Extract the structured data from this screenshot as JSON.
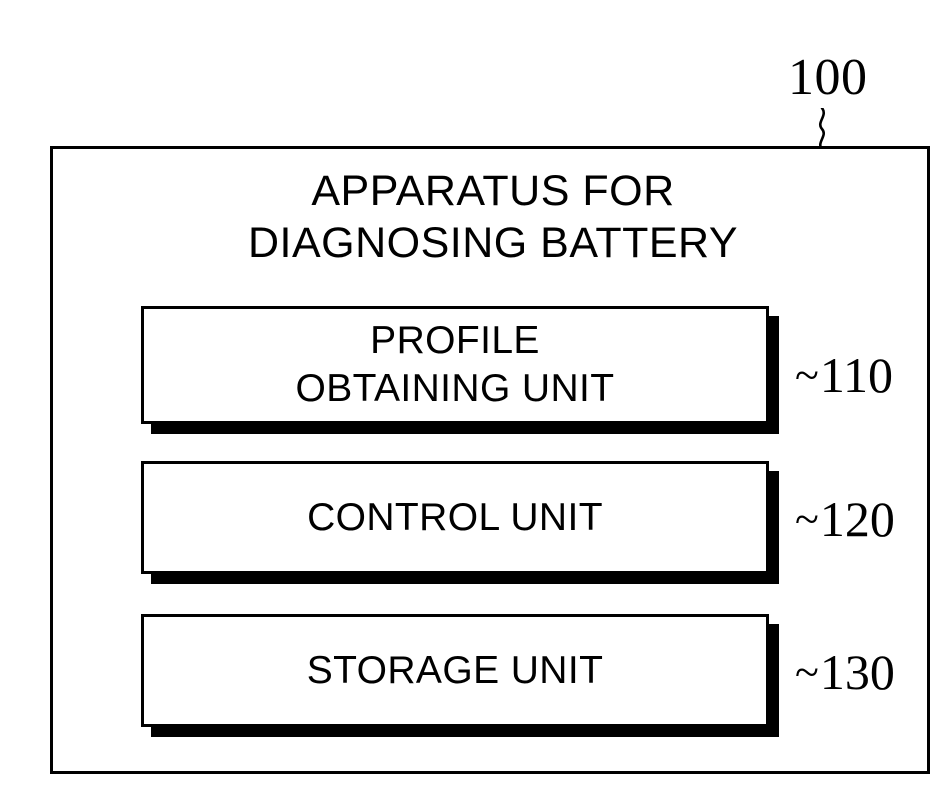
{
  "figure": {
    "reference_numeral": "100",
    "title_lines": [
      "APPARATUS FOR",
      "DIAGNOSING BATTERY"
    ],
    "title_full": "APPARATUS FOR DIAGNOSING BATTERY"
  },
  "units": [
    {
      "id": "profile",
      "label": "PROFILE\nOBTAINING UNIT",
      "label_flat": "PROFILE OBTAINING UNIT",
      "reference_numeral": "110",
      "leader": "~"
    },
    {
      "id": "control",
      "label": "CONTROL UNIT",
      "label_flat": "CONTROL UNIT",
      "reference_numeral": "120",
      "leader": "~"
    },
    {
      "id": "storage",
      "label": "STORAGE UNIT",
      "label_flat": "STORAGE UNIT",
      "reference_numeral": "130",
      "leader": "~"
    }
  ],
  "colors": {
    "line": "#000000",
    "background": "#ffffff",
    "shadow": "#000000"
  }
}
